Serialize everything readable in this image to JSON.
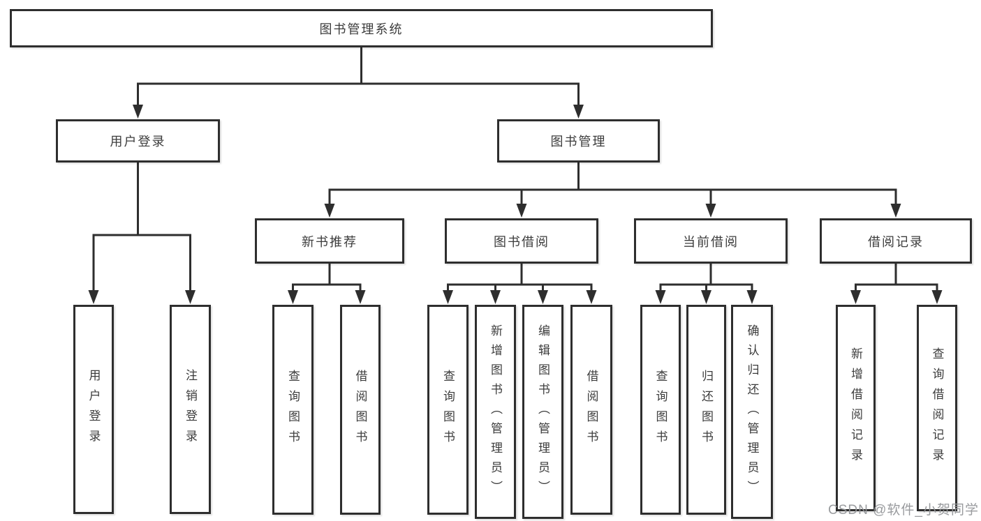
{
  "diagram": {
    "title": "图书管理系统",
    "watermark": "CSDN @软件_小贺同学",
    "colors": {
      "line": "#2e2e2e",
      "box_background": "#ffffff",
      "text": "#3c3c3c",
      "watermark": "#969699"
    },
    "nodes": {
      "root": "图书管理系统",
      "login_group": "用户登录",
      "book_mgmt": "图书管理",
      "new_book_rec": "新书推荐",
      "book_borrow": "图书借阅",
      "current_borrow": "当前借阅",
      "borrow_records": "借阅记录",
      "leaf_user_login": "用户登录",
      "leaf_logout": "注销登录",
      "leaf_rec_query_book": "查询图书",
      "leaf_rec_borrow_book": "借阅图书",
      "leaf_bor_query_book": "查询图书",
      "leaf_bor_add_book": "新增图书（管理员）",
      "leaf_bor_edit_book": "编辑图书（管理员）",
      "leaf_bor_borrow_book": "借阅图书",
      "leaf_cur_query_book": "查询图书",
      "leaf_cur_return_book": "归还图书",
      "leaf_cur_confirm_return": "确认归还（管理员）",
      "leaf_record_add": "新增借阅记录",
      "leaf_record_query": "查询借阅记录"
    }
  }
}
